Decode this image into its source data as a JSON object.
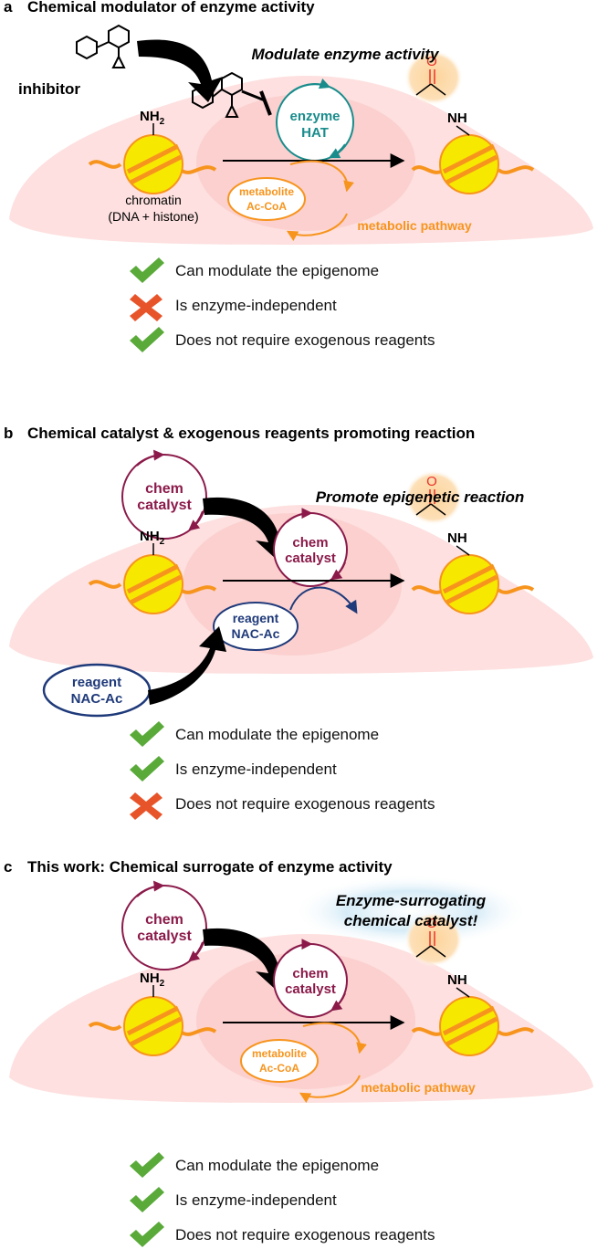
{
  "colors": {
    "cell": "#fde0df",
    "nucleus": "#f9c9c8",
    "nucleosome": "#f7e800",
    "dna": "#f7941d",
    "enzyme": "#1a8c8c",
    "metabolite": "#f7941d",
    "catalyst": "#8b1a4a",
    "reagent": "#1f3a7a",
    "check": "#5aaa3a",
    "cross": "#e8542a",
    "acetyl_bg": "#fdd9a6",
    "acetyl_O": "#e8342a"
  },
  "panel_a": {
    "letter": "a",
    "title": "Chemical modulator of enzyme activity",
    "inhibitor": "inhibitor",
    "modulate": "Modulate enzyme activity",
    "nh2": "NH",
    "nh2_sub": "2",
    "nh": "NH",
    "o": "O",
    "enzyme_1": "enzyme",
    "enzyme_2": "HAT",
    "metabolite_1": "metabolite",
    "metabolite_2": "Ac-CoA",
    "chromatin_1": "chromatin",
    "chromatin_2": "(DNA + histone)",
    "pathway": "metabolic pathway",
    "checks": [
      {
        "status": "check",
        "text": "Can modulate the epigenome"
      },
      {
        "status": "cross",
        "text": "Is enzyme-independent"
      },
      {
        "status": "check",
        "text": "Does not require exogenous reagents"
      }
    ]
  },
  "panel_b": {
    "letter": "b",
    "title": "Chemical catalyst & exogenous reagents promoting reaction",
    "promote": "Promote epigenetic reaction",
    "catalyst_1": "chem",
    "catalyst_2": "catalyst",
    "reagent_1": "reagent",
    "reagent_2": "NAC-Ac",
    "nh2": "NH",
    "nh2_sub": "2",
    "nh": "NH",
    "o": "O",
    "checks": [
      {
        "status": "check",
        "text": "Can modulate the epigenome"
      },
      {
        "status": "check",
        "text": "Is enzyme-independent"
      },
      {
        "status": "cross",
        "text": "Does not require exogenous reagents"
      }
    ]
  },
  "panel_c": {
    "letter": "c",
    "title": "This work: Chemical surrogate of enzyme activity",
    "surrogate_1": "Enzyme-surrogating",
    "surrogate_2": "chemical catalyst!",
    "catalyst_1": "chem",
    "catalyst_2": "catalyst",
    "metabolite_1": "metabolite",
    "metabolite_2": "Ac-CoA",
    "pathway": "metabolic pathway",
    "nh2": "NH",
    "nh2_sub": "2",
    "nh": "NH",
    "o": "O",
    "checks": [
      {
        "status": "check",
        "text": "Can modulate the epigenome"
      },
      {
        "status": "check",
        "text": "Is enzyme-independent"
      },
      {
        "status": "check",
        "text": "Does not require exogenous reagents"
      }
    ]
  }
}
